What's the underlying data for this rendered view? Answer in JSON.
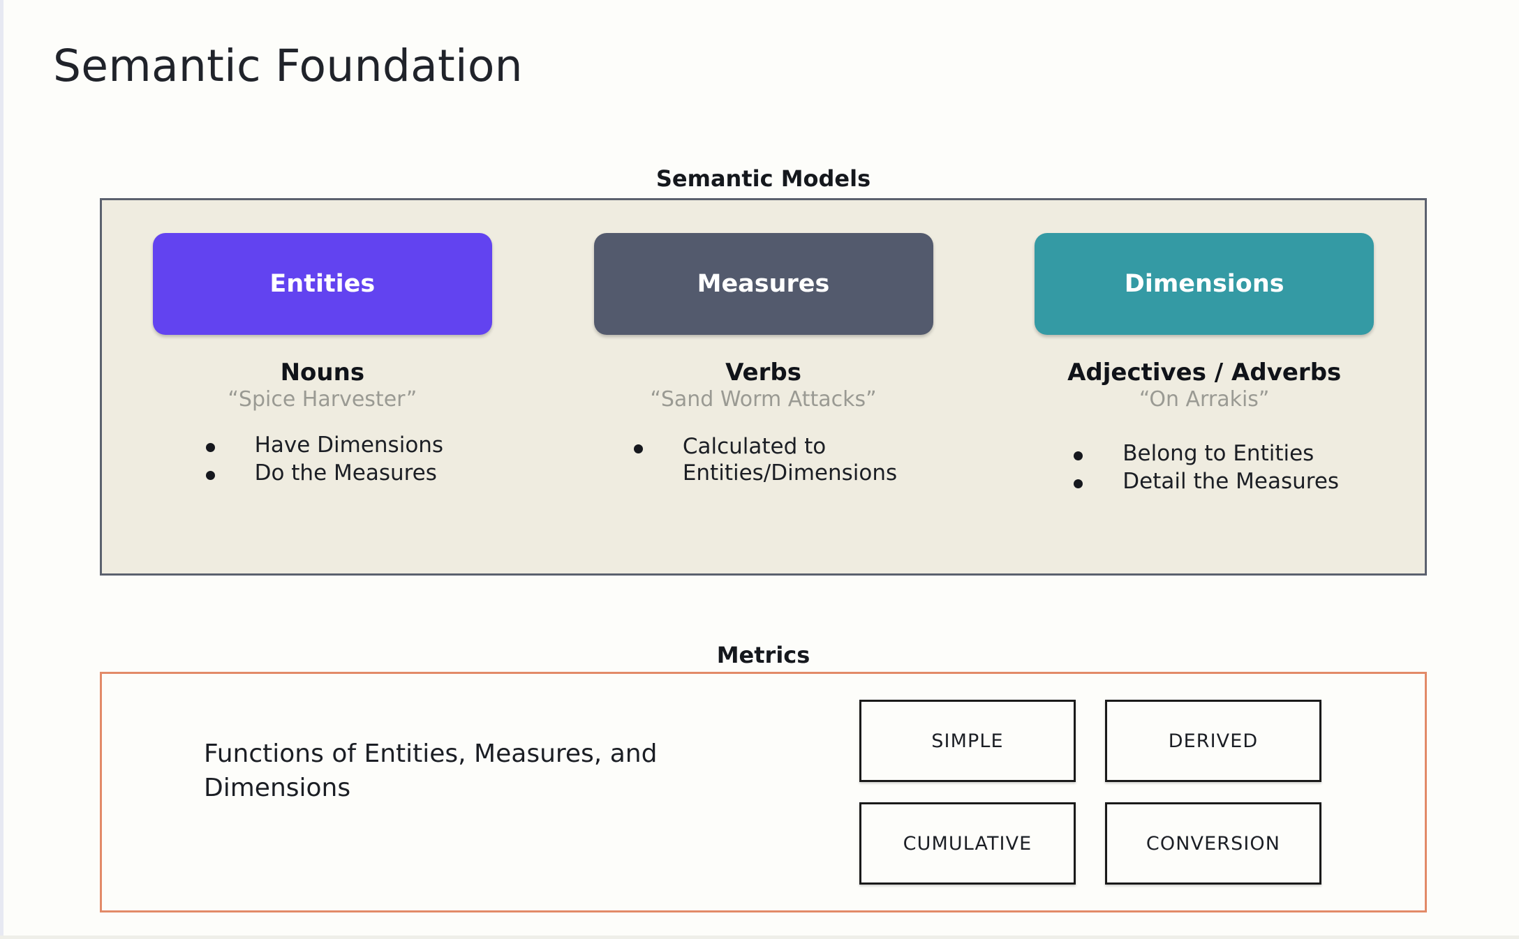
{
  "page": {
    "title": "Semantic Foundation",
    "background_color": "#fdfdfa"
  },
  "semantic_models": {
    "heading": "Semantic Models",
    "panel_background": "#efece0",
    "panel_border_color": "#5b616e",
    "columns": [
      {
        "pill_label": "Entities",
        "pill_color": "#6243f0",
        "part_of_speech": "Nouns",
        "example": "“Spice Harvester”",
        "bullets": [
          "Have Dimensions",
          "Do the Measures"
        ]
      },
      {
        "pill_label": "Measures",
        "pill_color": "#535a6d",
        "part_of_speech": "Verbs",
        "example": "“Sand Worm Attacks”",
        "bullets": [
          "Calculated to\nEntities/Dimensions"
        ]
      },
      {
        "pill_label": "Dimensions",
        "pill_color": "#349aa4",
        "part_of_speech": "Adjectives / Adverbs",
        "example": "“On Arrakis”",
        "bullets": [
          "Belong to Entities",
          "Detail the Measures"
        ]
      }
    ]
  },
  "metrics": {
    "heading": "Metrics",
    "panel_border_color": "#e28a68",
    "description": "Functions of Entities, Measures, and Dimensions",
    "types": [
      "SIMPLE",
      "DERIVED",
      "CUMULATIVE",
      "CONVERSION"
    ]
  }
}
